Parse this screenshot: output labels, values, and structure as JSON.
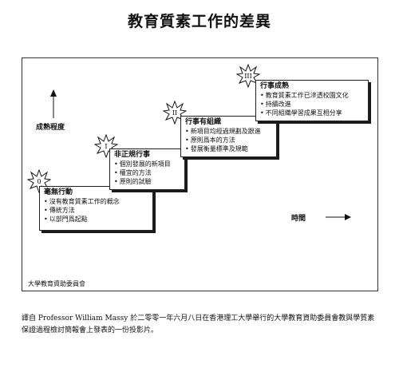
{
  "title": "教育質素工作的差異",
  "axis": {
    "y_label": "成熟程度",
    "x_label": "時間"
  },
  "stages": [
    {
      "numeral": "0",
      "title": "毫無行動",
      "items": [
        "沒有教育質素工作的概念",
        "傳統方法",
        "以部門爲起點"
      ]
    },
    {
      "numeral": "I",
      "title": "非正規行事",
      "items": [
        "個別發展的新項目",
        "權宜的方法",
        "原則的試驗"
      ]
    },
    {
      "numeral": "II",
      "title": "行事有組織",
      "items": [
        "新項目均經過規劃及跟進",
        "原則爲本的方法",
        "發展衡量標準及規範"
      ]
    },
    {
      "numeral": "III",
      "title": "行事成熟",
      "items": [
        "教育質素工作已滲透校園文化",
        "持續改進",
        "不同組織學習成果互相分享"
      ]
    }
  ],
  "source": "大學教育資助委員會",
  "caption": "譯自 Professor William Massy 於二零零一年六月八日在香港理工大學舉行的大學教育資助委員會教與學質素保證過程檢討簡報會上發表的一份投影片。"
}
